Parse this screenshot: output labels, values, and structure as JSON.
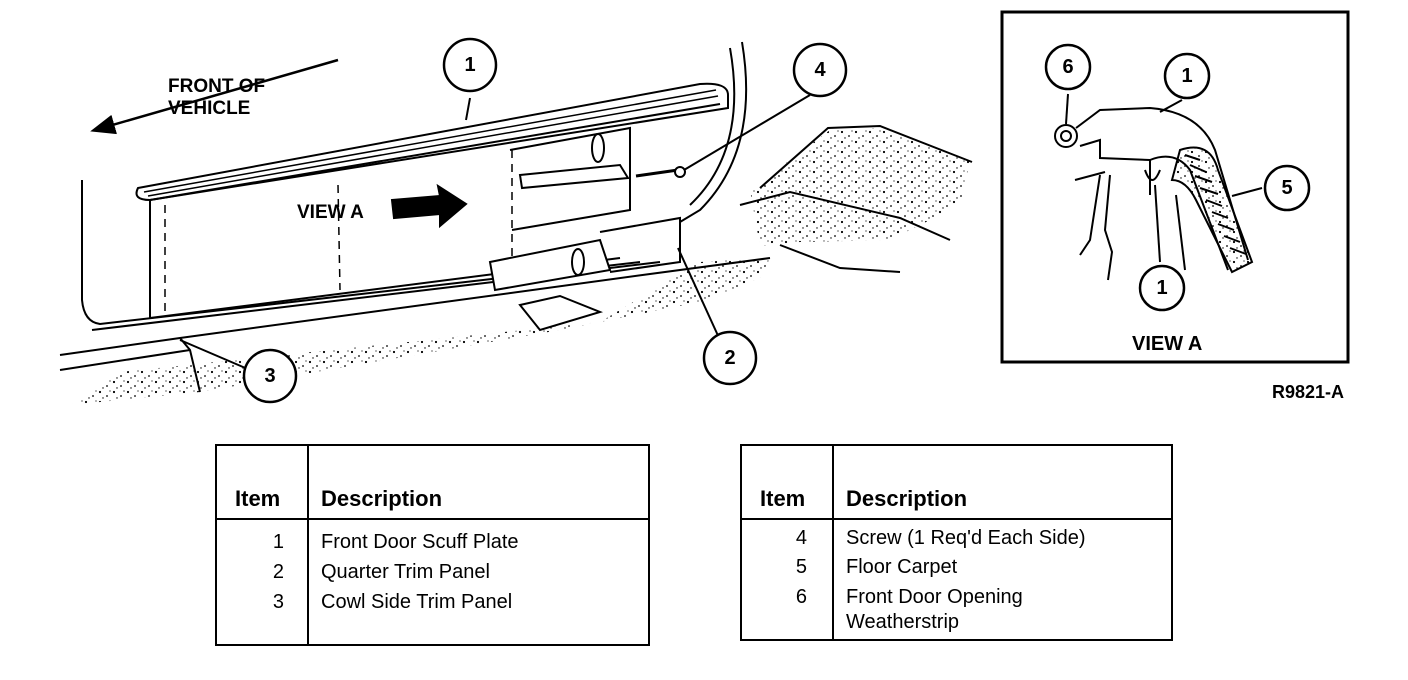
{
  "diagram": {
    "front_label_line1": "FRONT OF",
    "front_label_line2": "VEHICLE",
    "view_a_arrow_label": "VIEW A",
    "inset_title": "VIEW A",
    "figure_code": "R9821-A",
    "callouts": [
      "1",
      "4",
      "3",
      "2",
      "6",
      "1",
      "5",
      "1"
    ]
  },
  "table_left": {
    "header_item": "Item",
    "header_desc": "Description",
    "rows": [
      {
        "item": "1",
        "desc": "Front Door Scuff Plate"
      },
      {
        "item": "2",
        "desc": "Quarter Trim Panel"
      },
      {
        "item": "3",
        "desc": "Cowl Side Trim Panel"
      }
    ]
  },
  "table_right": {
    "header_item": "Item",
    "header_desc": "Description",
    "rows": [
      {
        "item": "4",
        "desc": "Screw (1 Req'd Each Side)"
      },
      {
        "item": "5",
        "desc": "Floor Carpet"
      },
      {
        "item": "6",
        "desc": "Front Door Opening",
        "desc2": "Weatherstrip"
      }
    ]
  }
}
